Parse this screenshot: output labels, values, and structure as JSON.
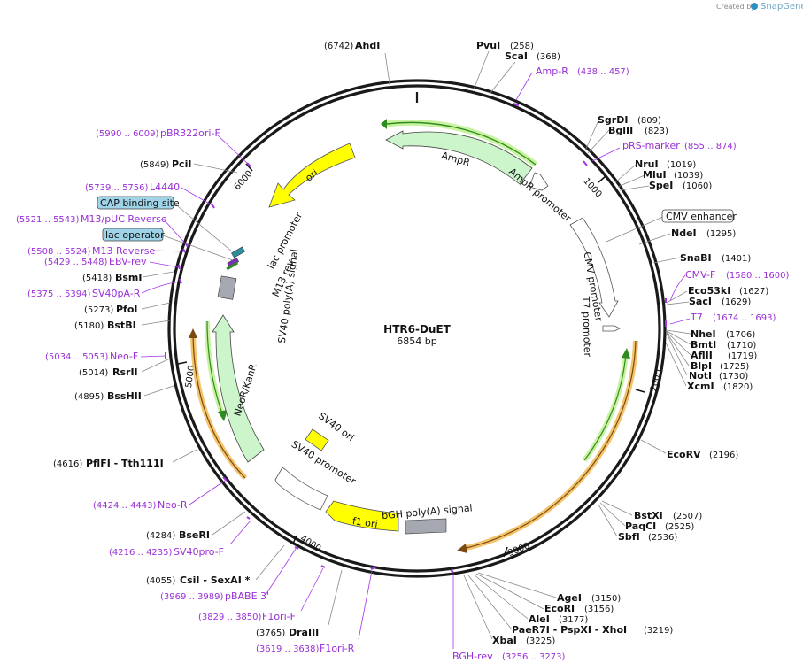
{
  "header": {
    "credit": "Created by",
    "brand": "SnapGene"
  },
  "plasmid": {
    "name": "HTR6-DuET",
    "length_label": "6854 bp"
  },
  "ticks": [
    "1000",
    "2000",
    "3000",
    "4000",
    "5000",
    "6000"
  ],
  "sites": [
    {
      "id": "ahdi",
      "name": "AhdI",
      "pos": "(6742)"
    },
    {
      "id": "pvui",
      "name": "PvuI",
      "pos": "(258)"
    },
    {
      "id": "scai",
      "name": "ScaI",
      "pos": "(368)"
    },
    {
      "id": "sgrdi",
      "name": "SgrDI",
      "pos": "(809)"
    },
    {
      "id": "bglii",
      "name": "BglII",
      "pos": "(823)"
    },
    {
      "id": "nrui",
      "name": "NruI",
      "pos": "(1019)"
    },
    {
      "id": "mlui",
      "name": "MluI",
      "pos": "(1039)"
    },
    {
      "id": "spei",
      "name": "SpeI",
      "pos": "(1060)"
    },
    {
      "id": "ndei",
      "name": "NdeI",
      "pos": "(1295)"
    },
    {
      "id": "snabi",
      "name": "SnaBI",
      "pos": "(1401)"
    },
    {
      "id": "eco53ki",
      "name": "Eco53kI",
      "pos": "(1627)"
    },
    {
      "id": "saci",
      "name": "SacI",
      "pos": "(1629)"
    },
    {
      "id": "nhei",
      "name": "NheI",
      "pos": "(1706)"
    },
    {
      "id": "bmti",
      "name": "BmtI",
      "pos": "(1710)"
    },
    {
      "id": "aflii",
      "name": "AflII",
      "pos": "(1719)"
    },
    {
      "id": "blpi",
      "name": "BlpI",
      "pos": "(1725)"
    },
    {
      "id": "noti",
      "name": "NotI",
      "pos": "(1730)"
    },
    {
      "id": "xcmi",
      "name": "XcmI",
      "pos": "(1820)"
    },
    {
      "id": "ecorv",
      "name": "EcoRV",
      "pos": "(2196)"
    },
    {
      "id": "bstxi",
      "name": "BstXI",
      "pos": "(2507)"
    },
    {
      "id": "paqci",
      "name": "PaqCI",
      "pos": "(2525)"
    },
    {
      "id": "sbfi",
      "name": "SbfI",
      "pos": "(2536)"
    },
    {
      "id": "agei",
      "name": "AgeI",
      "pos": "(3150)"
    },
    {
      "id": "ecori",
      "name": "EcoRI",
      "pos": "(3156)"
    },
    {
      "id": "alei",
      "name": "AleI",
      "pos": "(3177)"
    },
    {
      "id": "paer7i",
      "name": "PaeR7I  - PspXI  - XhoI",
      "pos": "(3219)"
    },
    {
      "id": "xbai",
      "name": "XbaI",
      "pos": "(3225)"
    },
    {
      "id": "draiii",
      "name": "DraIII",
      "pos": "(3765)"
    },
    {
      "id": "csii",
      "name": "CsiI  - SexAI *",
      "pos": "(4055)"
    },
    {
      "id": "bseri",
      "name": "BseRI",
      "pos": "(4284)"
    },
    {
      "id": "pflfi",
      "name": "PflFI  - Tth111I",
      "pos": "(4616)"
    },
    {
      "id": "bsshii",
      "name": "BssHII",
      "pos": "(4895)"
    },
    {
      "id": "rsrii",
      "name": "RsrII",
      "pos": "(5014)"
    },
    {
      "id": "bstbi",
      "name": "BstBI",
      "pos": "(5180)"
    },
    {
      "id": "pfoi",
      "name": "PfoI",
      "pos": "(5273)"
    },
    {
      "id": "bsmi",
      "name": "BsmI",
      "pos": "(5418)"
    },
    {
      "id": "pcii",
      "name": "PciI",
      "pos": "(5849)"
    }
  ],
  "primers": [
    {
      "id": "ampr",
      "name": "Amp-R",
      "range": "(438 .. 457)"
    },
    {
      "id": "prs",
      "name": "pRS-marker",
      "range": "(855 .. 874)"
    },
    {
      "id": "cmvf",
      "name": "CMV-F",
      "range": "(1580 .. 1600)"
    },
    {
      "id": "t7",
      "name": "T7",
      "range": "(1674 .. 1693)"
    },
    {
      "id": "bghrev",
      "name": "BGH-rev",
      "range": "(3256 .. 3273)"
    },
    {
      "id": "f1orir",
      "name": "F1ori-R",
      "range": "(3619 .. 3638)"
    },
    {
      "id": "f1orif",
      "name": "F1ori-F",
      "range": "(3829 .. 3850)"
    },
    {
      "id": "pbabe3",
      "name": "pBABE 3'",
      "range": "(3969 .. 3989)"
    },
    {
      "id": "sv40prof",
      "name": "SV40pro-F",
      "range": "(4216 .. 4235)"
    },
    {
      "id": "neor",
      "name": "Neo-R",
      "range": "(4424 .. 4443)"
    },
    {
      "id": "neof",
      "name": "Neo-F",
      "range": "(5034 .. 5053)"
    },
    {
      "id": "sv40par",
      "name": "SV40pA-R",
      "range": "(5375 .. 5394)"
    },
    {
      "id": "ebvrev",
      "name": "EBV-rev",
      "range": "(5429 .. 5448)"
    },
    {
      "id": "m13r",
      "name": "M13 Reverse",
      "range": "(5508 .. 5524)"
    },
    {
      "id": "m13puc",
      "name": "M13/pUC Reverse",
      "range": "(5521 .. 5543)"
    },
    {
      "id": "l4440",
      "name": "L4440",
      "range": "(5739 .. 5756)"
    },
    {
      "id": "pbr322",
      "name": "pBR322ori-F",
      "range": "(5990 .. 6009)"
    }
  ],
  "boxed": {
    "cmv_enhancer": "CMV enhancer",
    "cap_site": "CAP binding site",
    "lac_operator": "lac operator"
  },
  "features": {
    "ampr": "AmpR",
    "ampr_promoter": "AmpR promoter",
    "ori": "ori",
    "lac_promoter": "lac promoter",
    "m13_rev": "M13 rev",
    "sv40_polya": "SV40 poly(A) signal",
    "neor_kanr": "NeoR/KanR",
    "sv40_ori": "SV40 ori",
    "sv40_promoter": "SV40 promoter",
    "f1_ori": "f1 ori",
    "bgh_polya": "bGH poly(A) signal",
    "cmv_promoter": "CMV promoter",
    "t7_promoter": "T7 promoter"
  },
  "colors": {
    "backbone": "#1a1a1a",
    "promoter_fill": "#ffffff",
    "ori_fill": "#ffff00",
    "resistance_fill": "#cdf5cc",
    "polya_fill": "#a5a8b0",
    "primer": "#a335e8",
    "insert_glow": "#f3c46c",
    "marker_glow": "#c9f2a1"
  }
}
